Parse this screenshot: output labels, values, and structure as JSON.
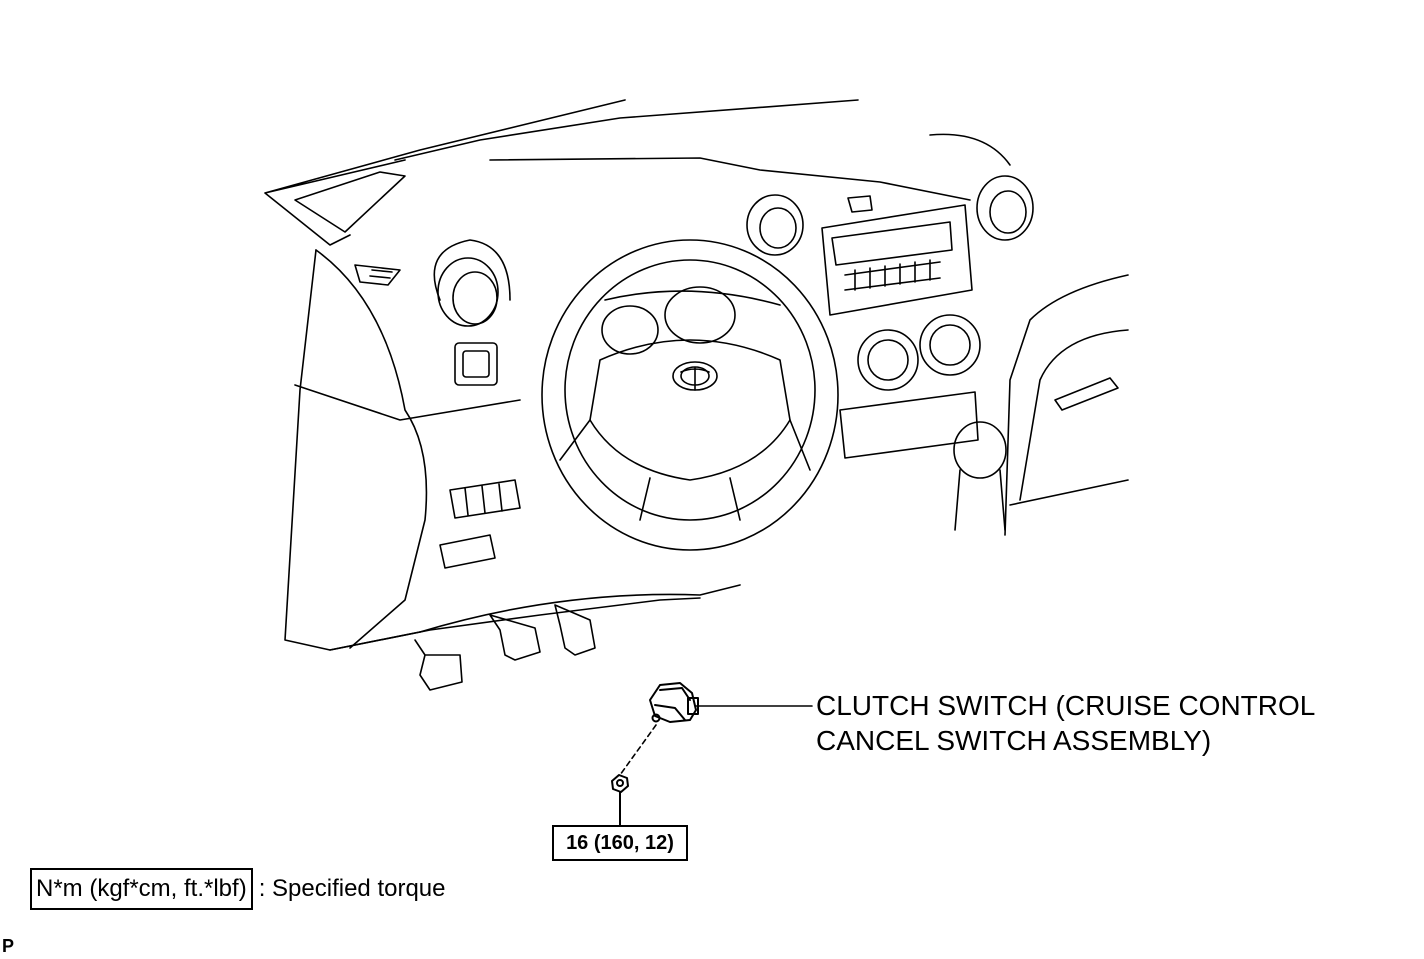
{
  "part_label": {
    "line1": "CLUTCH SWITCH (CRUISE CONTROL",
    "line2": "CANCEL SWITCH ASSEMBLY)"
  },
  "torque_value": "16 (160, 12)",
  "legend": {
    "unit_text": "N*m (kgf*cm, ft.*lbf)",
    "description": ": Specified torque"
  },
  "illustration_code": "P",
  "brand_emblem": "toyota-emblem-icon",
  "icons": [
    "steering-wheel-icon",
    "clutch-switch-icon",
    "nut-icon",
    "pedal-icon",
    "air-vent-icon",
    "radio-icon",
    "shift-knob-icon"
  ]
}
